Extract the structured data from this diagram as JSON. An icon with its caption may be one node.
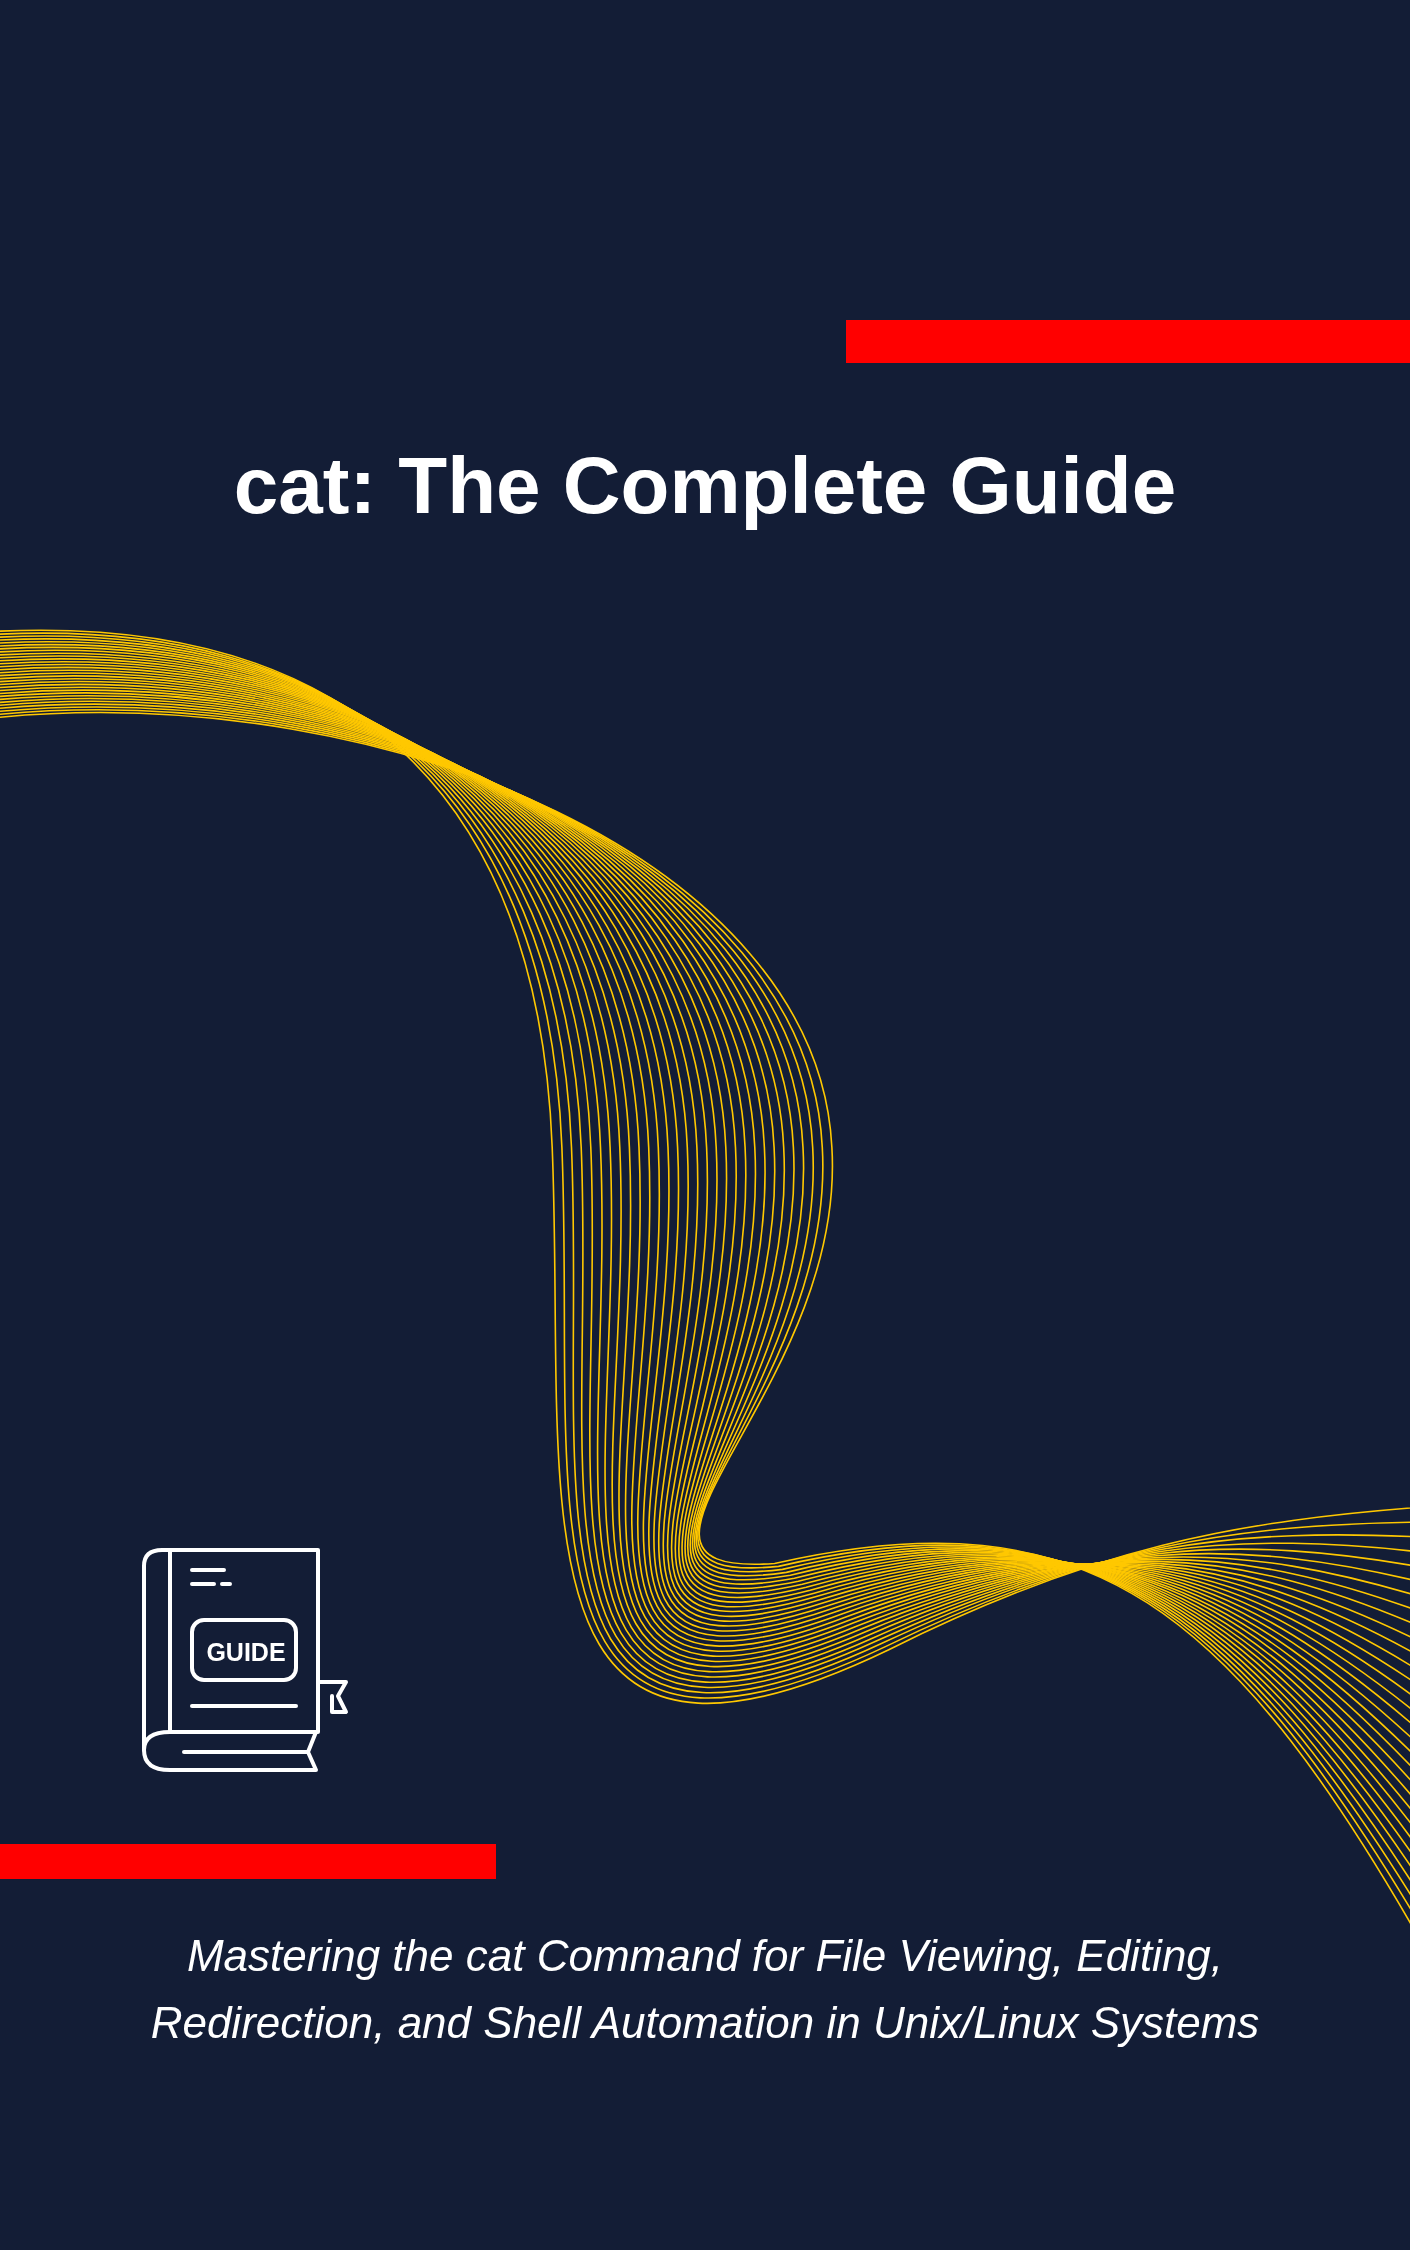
{
  "diagram": {
    "title": "cat: The Complete Guide",
    "labels": [
      "GUIDE",
      "Mastering the cat Command for File Viewing, Editing, Redirection, and Shell Automation in Unix/Linux Systems"
    ]
  }
}
